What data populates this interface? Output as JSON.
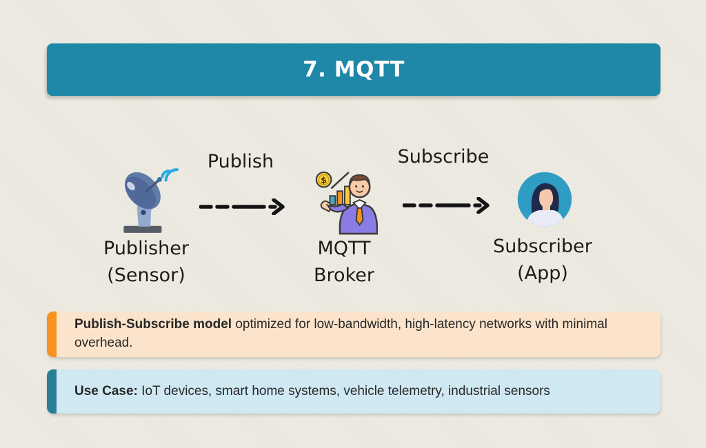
{
  "page": {
    "background_color": "#ece9df"
  },
  "header": {
    "title": "7. MQTT",
    "background_color": "#1f87a7",
    "text_color": "#ffffff"
  },
  "diagram": {
    "nodes": [
      {
        "icon": "satellite-dish-icon",
        "label_line1": "Publisher",
        "label_line2": "(Sensor)"
      },
      {
        "icon": "broker-person-icon",
        "label_line1": "MQTT",
        "label_line2": "Broker"
      },
      {
        "icon": "subscriber-avatar-icon",
        "label_line1": "Subscriber",
        "label_line2": "(App)"
      }
    ],
    "edges": [
      {
        "label": "Publish"
      },
      {
        "label": "Subscribe"
      }
    ],
    "arrow_color": "#141414"
  },
  "info_boxes": [
    {
      "name": "publish-subscribe-note",
      "accent_color": "#f6921e",
      "background_color": "#fbe4cb",
      "bold": "Publish-Subscribe model",
      "rest": " optimized for low-bandwidth, high-latency networks with minimal overhead."
    },
    {
      "name": "use-case-note",
      "accent_color": "#2a7e95",
      "background_color": "#cfe8f2",
      "bold": "Use Case:",
      "rest": " IoT devices, smart home systems, vehicle telemetry, industrial sensors"
    }
  ]
}
